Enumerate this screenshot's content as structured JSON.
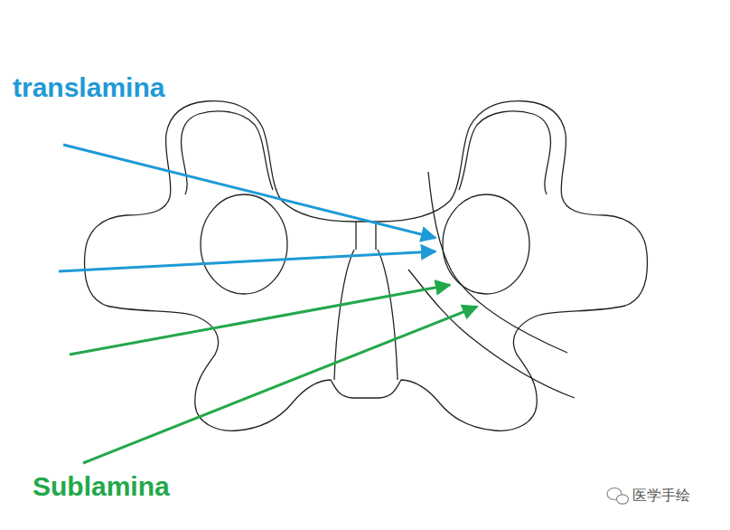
{
  "diagram": {
    "labels": [
      "translamina",
      "Sublamina",
      "医学手绘"
    ]
  }
}
